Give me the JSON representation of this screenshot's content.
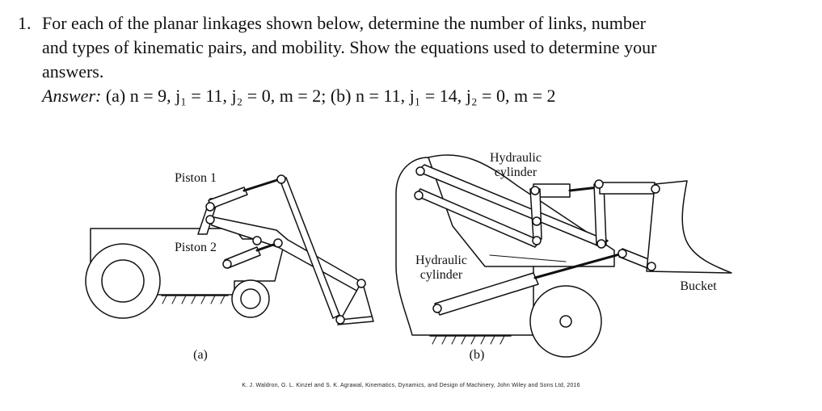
{
  "problem": {
    "number": "1.",
    "text_line1": "For each of the planar linkages shown below, determine the number of links, number",
    "text_line2": "and types of kinematic pairs, and mobility. Show the equations used to determine your",
    "text_line3": "answers.",
    "answer_label": "Answer:",
    "answer_text": " (a) n = 9, j₁ = 11, j₂ = 0, m = 2; (b) n = 11, j₁ = 14, j₂ = 0, m = 2"
  },
  "figure_a": {
    "piston1_label": "Piston 1",
    "piston2_label": "Piston 2",
    "caption": "(a)"
  },
  "figure_b": {
    "hydraulic_top_line1": "Hydraulic",
    "hydraulic_top_line2": "cylinder",
    "hydraulic_bottom_line1": "Hydraulic",
    "hydraulic_bottom_line2": "cylinder",
    "bucket_label": "Bucket",
    "caption": "(b)"
  },
  "credit": "K. J. Waldron, G. L. Kinzel and S. K. Agrawal, Kinematics, Dynamics, and Design of Machinery, John Wiley and Sons Ltd, 2016"
}
